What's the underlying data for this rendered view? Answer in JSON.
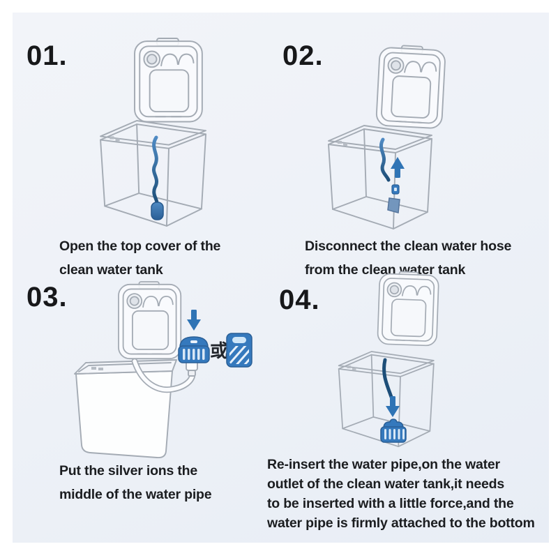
{
  "steps": [
    {
      "number": "01.",
      "caption_lines": [
        "Open the top cover of the",
        "clean water tank"
      ]
    },
    {
      "number": "02.",
      "caption_lines": [
        "Disconnect the clean water hose",
        "from the clean water tank"
      ]
    },
    {
      "number": "03.",
      "caption_lines": [
        "Put the silver ions the",
        "middle of the water pipe"
      ],
      "or_label": "或"
    },
    {
      "number": "04.",
      "caption_lines": [
        "Re-insert the water pipe,on the water",
        "outlet of the clean water tank,it needs",
        "to be inserted with a little force,and the",
        "water pipe is firmly attached to the bottom"
      ]
    }
  ],
  "colors": {
    "page_bg": "#ffffff",
    "panel_bg": "#edf1f7",
    "line_gray": "#a4abb4",
    "accent_blue": "#3579bd",
    "hose_dark": "#1d4e78",
    "text": "#1b1d20"
  }
}
